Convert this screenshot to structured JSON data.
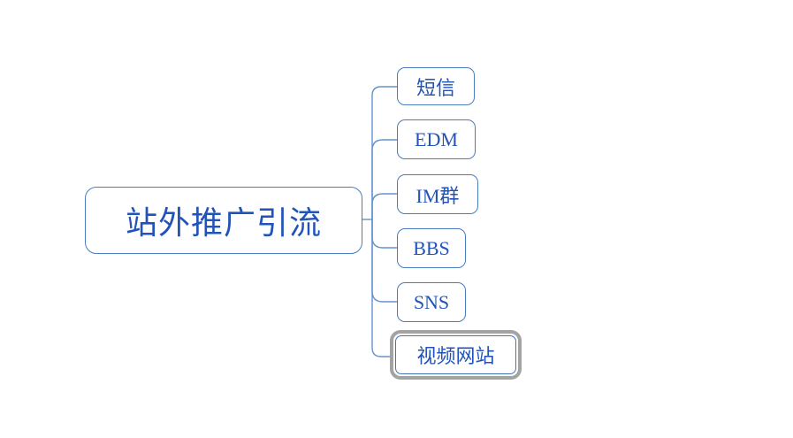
{
  "diagram": {
    "type": "mindmap",
    "root": {
      "label": "站外推广引流",
      "selected": false
    },
    "children": [
      {
        "label": "短信",
        "selected": false
      },
      {
        "label": "EDM",
        "selected": false
      },
      {
        "label": "IM群",
        "selected": false
      },
      {
        "label": "BBS",
        "selected": false
      },
      {
        "label": "SNS",
        "selected": false
      },
      {
        "label": "视频网站",
        "selected": true
      }
    ],
    "colors": {
      "node_border": "#4a7dbe",
      "node_text": "#2153b8",
      "connector": "#6493cc",
      "selection_ring": "#a3a3a3",
      "background": "#ffffff"
    }
  }
}
